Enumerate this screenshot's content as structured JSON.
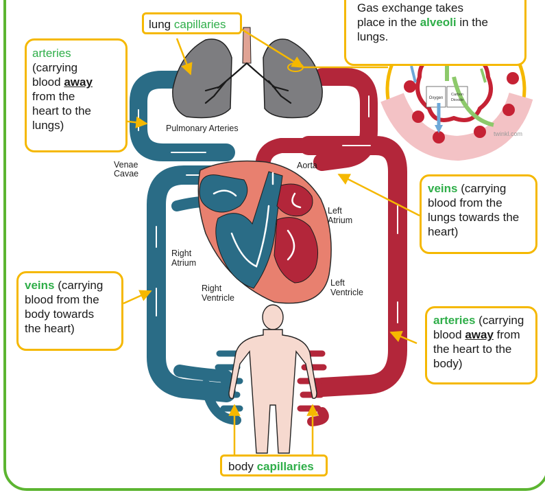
{
  "boxes": {
    "gas_exchange": {
      "line1": "Gas exchange takes",
      "line2_pre": "place in the ",
      "line2_hl": "alveoli",
      "line2_post": " in the",
      "line3": "lungs."
    },
    "lung_capillaries": {
      "pre": "lung ",
      "hl": "capillaries"
    },
    "arteries_left": {
      "hl": "arteries",
      "l1": "(carrying",
      "l2_pre": "blood ",
      "l2_em": "away",
      "l3": "from the",
      "l4": "heart to the",
      "l5": "lungs)"
    },
    "veins_right": {
      "hl": "veins",
      "l1": " (carrying",
      "l2": "blood from the",
      "l3": "lungs towards the",
      "l4": "heart)"
    },
    "veins_left": {
      "hl": "veins",
      "l1": " (carrying",
      "l2": "blood from the",
      "l3": "body towards",
      "l4": "the heart)"
    },
    "arteries_right": {
      "hl": "arteries",
      "l1": " (carrying",
      "l2_pre": "blood ",
      "l2_em": "away",
      "l2_post": " from",
      "l3": "the heart to the",
      "l4": "body)"
    },
    "body_capillaries": {
      "pre": "body ",
      "hl": "capillaries"
    }
  },
  "diagram_labels": {
    "pulmonary_arteries": "Pulmonary Arteries",
    "aorta": "Aorta",
    "venae": "Venae",
    "cavae": "Cavae",
    "left": "Left",
    "atrium": "Atrium",
    "right": "Right",
    "ventricle": "Ventricle"
  },
  "inset": {
    "oxygen": "Oxygen",
    "carbon": "Carbon",
    "dioxide": "Dioxide",
    "watermark": "twinkl.com"
  },
  "colors": {
    "frame_green": "#5cb531",
    "callout_yellow": "#f5b800",
    "highlight_green": "#2fae49",
    "vein_blue": "#2a6c86",
    "artery_red": "#b3263a",
    "heart_pink": "#e8806f",
    "lung_grey": "#7d7d80",
    "skin": "#f6d9cf"
  }
}
